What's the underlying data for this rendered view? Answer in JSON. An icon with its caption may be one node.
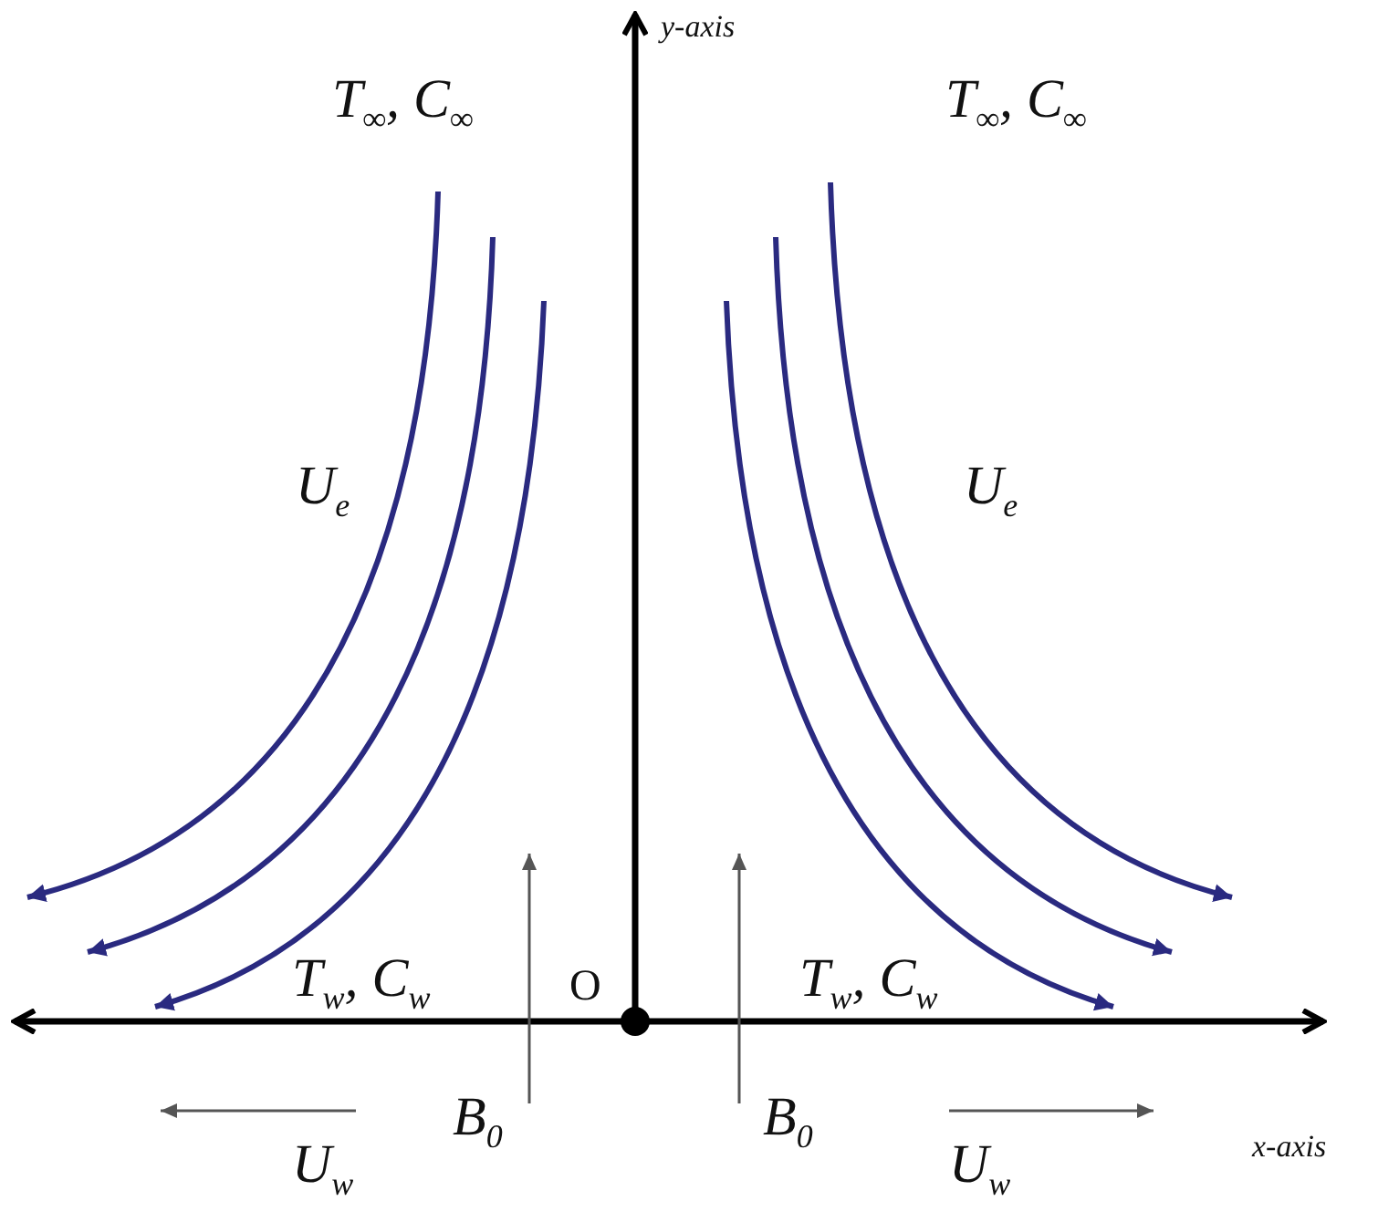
{
  "diagram": {
    "labels": [
      "y-axis",
      "T$_{∞}$, C$_{∞}$",
      "T$_{∞}$, C$_{∞}$",
      "U$_{e}$",
      "U$_{e}$",
      "O",
      "T$_{w}$, C$_{w}$",
      "T$_{w}$, C$_{w}$",
      "U$_{w}$",
      "B$_{0}$",
      "B$_{0}$",
      "U$_{w}$",
      "x-axis"
    ]
  }
}
